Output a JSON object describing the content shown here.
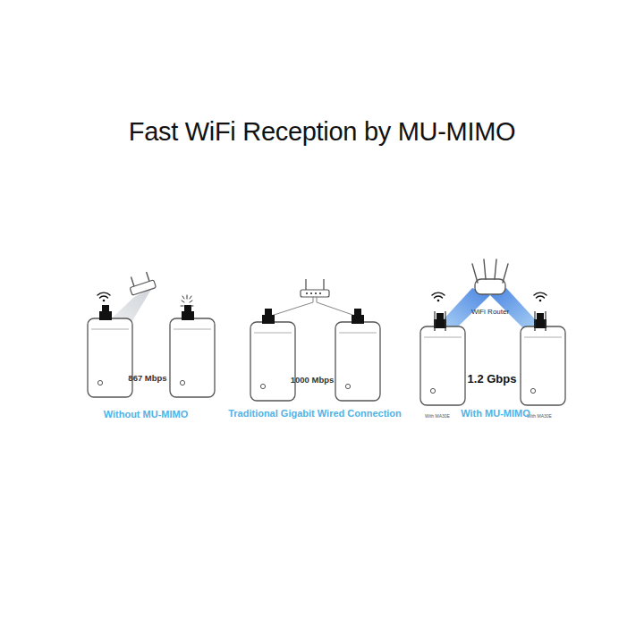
{
  "diagram": {
    "title": "Fast WiFi Reception by MU-MIMO",
    "labels": [
      "867 Mbps",
      "Without MU-MIMO",
      "1000 Mbps",
      "Traditional Gigabit Wired Connection",
      "WiFi Router",
      "1.2 Gbps",
      "With MA30E",
      "With MA30E",
      "With MU-MIMO"
    ]
  }
}
